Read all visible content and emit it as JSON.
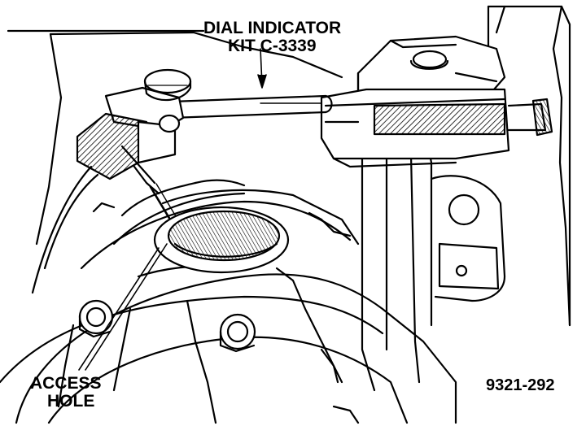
{
  "callouts": {
    "dial_indicator_line1": "DIAL INDICATOR",
    "dial_indicator_line2": "KIT C-3339",
    "access_hole_line1": "ACCESS",
    "access_hole_line2": "HOLE"
  },
  "figure_id": "9321-292",
  "colors": {
    "ink": "#000000",
    "paper": "#ffffff"
  }
}
